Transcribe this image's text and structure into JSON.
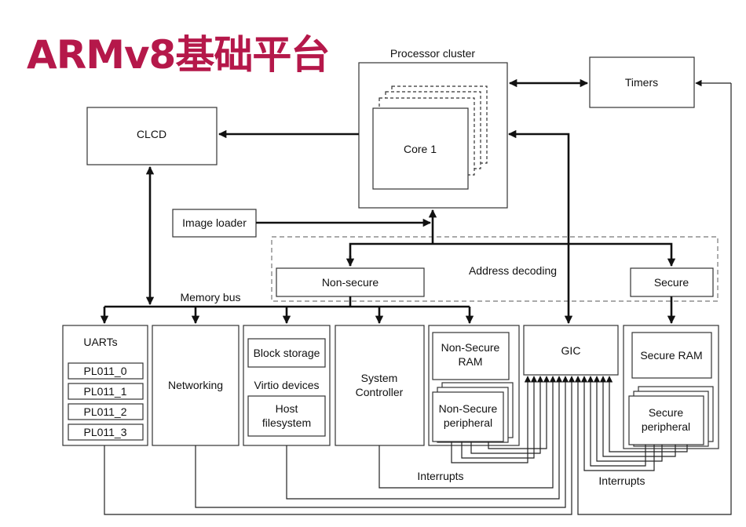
{
  "title": "ARMv8基础平台",
  "labels": {
    "processor_cluster": "Processor cluster",
    "core": "Core 1",
    "timers": "Timers",
    "clcd": "CLCD",
    "image_loader": "Image loader",
    "address_decoding": "Address decoding",
    "non_secure": "Non-secure",
    "secure": "Secure",
    "memory_bus": "Memory bus",
    "uarts": "UARTs",
    "uart_items": [
      "PL011_0",
      "PL011_1",
      "PL011_2",
      "PL011_3"
    ],
    "networking": "Networking",
    "block_storage": "Block storage",
    "virtio_devices": "Virtio devices",
    "host_filesystem": [
      "Host",
      "filesystem"
    ],
    "system_controller": [
      "System",
      "Controller"
    ],
    "non_secure_ram": [
      "Non-Secure",
      "RAM"
    ],
    "non_secure_peripheral": [
      "Non-Secure",
      "peripheral"
    ],
    "gic": "GIC",
    "secure_ram": "Secure RAM",
    "secure_peripheral": [
      "Secure",
      "peripheral"
    ],
    "interrupts_left": "Interrupts",
    "interrupts_right": "Interrupts"
  },
  "colors": {
    "title": "#b5184a"
  }
}
